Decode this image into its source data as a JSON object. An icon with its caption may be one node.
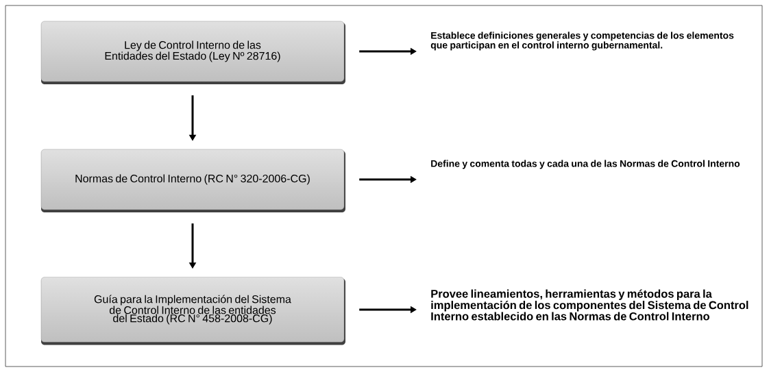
{
  "diagram": {
    "nodes": [
      {
        "text": [
          "Ley de Control Interno de las Entidades del Estado (Ley Nº 28716)"
        ]
      },
      {
        "text": [
          "Normas de Control Interno (RC N° 320-2006-CG)"
        ]
      },
      {
        "text": [
          "Guía para la Implementación del Sistema de Control Interno de las entidades del Estado (RC N° 458-2008-CG)"
        ]
      },
      {
        "text": [
          "Establece definiciones generales y competencias de los elementos que participan en el control interno gubernamental."
        ]
      },
      {
        "text": [
          "Define y comenta todas y cada una de las Normas de Control Interno"
        ]
      },
      {
        "text": [
          "Provee lineamientos, herramientas y métodos para la implementación de los componentes del Sistema de Control Interno establecido en las Normas de Control Interno"
        ]
      }
    ],
    "edges": [
      {
        "from": 0,
        "to": 1,
        "arrow": "to"
      },
      {
        "from": 1,
        "to": 2,
        "arrow": "to"
      },
      {
        "from": 0,
        "to": 3,
        "arrow": "to"
      },
      {
        "from": 1,
        "to": 4,
        "arrow": "to"
      },
      {
        "from": 2,
        "to": 5,
        "arrow": "to"
      }
    ]
  }
}
